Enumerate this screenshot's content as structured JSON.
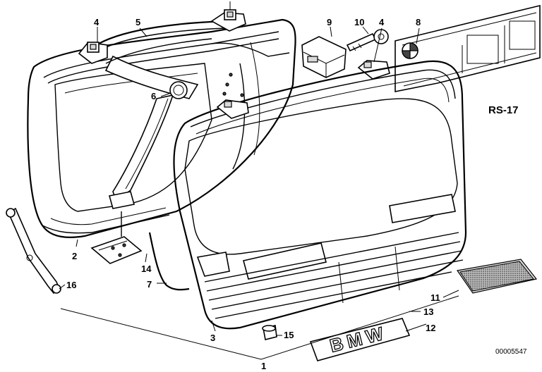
{
  "diagram": {
    "code": "RS-17",
    "part_number": "00005547",
    "logo_text": "BMW",
    "callouts": {
      "c1": "1",
      "c2": "2",
      "c3": "3",
      "c4a": "4",
      "c4b": "4",
      "c5": "5",
      "c6": "6",
      "c7": "7",
      "c8": "8",
      "c9": "9",
      "c10": "10",
      "c11": "11",
      "c12": "12",
      "c13": "13",
      "c14": "14",
      "c15": "15",
      "c16": "16"
    }
  }
}
